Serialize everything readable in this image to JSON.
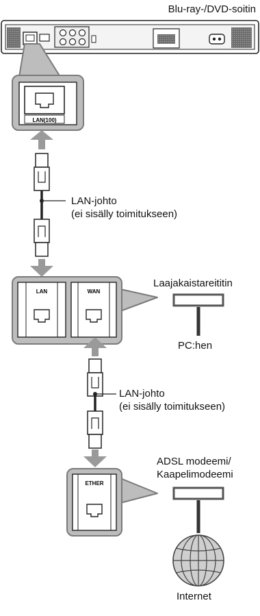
{
  "device_title": "Blu-ray-/DVD-soitin",
  "player_port_label": "LAN(100)",
  "cable_1": {
    "line1": "LAN-johto",
    "line2": "(ei sisälly toimitukseen)"
  },
  "router": {
    "title": "Laajakaistareititin",
    "port_lan": "LAN",
    "port_wan": "WAN",
    "pc_label": "PC:hen"
  },
  "cable_2": {
    "line1": "LAN-johto",
    "line2": "(ei sisälly toimitukseen)"
  },
  "modem": {
    "line1": "ADSL modeemi/",
    "line2": "Kaapelimodeemi",
    "port_label": "ETHER"
  },
  "internet_label": "Internet",
  "colors": {
    "panel_bg": "#bdbdbd",
    "panel_border": "#7a7a7a",
    "arrow": "#9a9a9a",
    "device": "#555555"
  }
}
